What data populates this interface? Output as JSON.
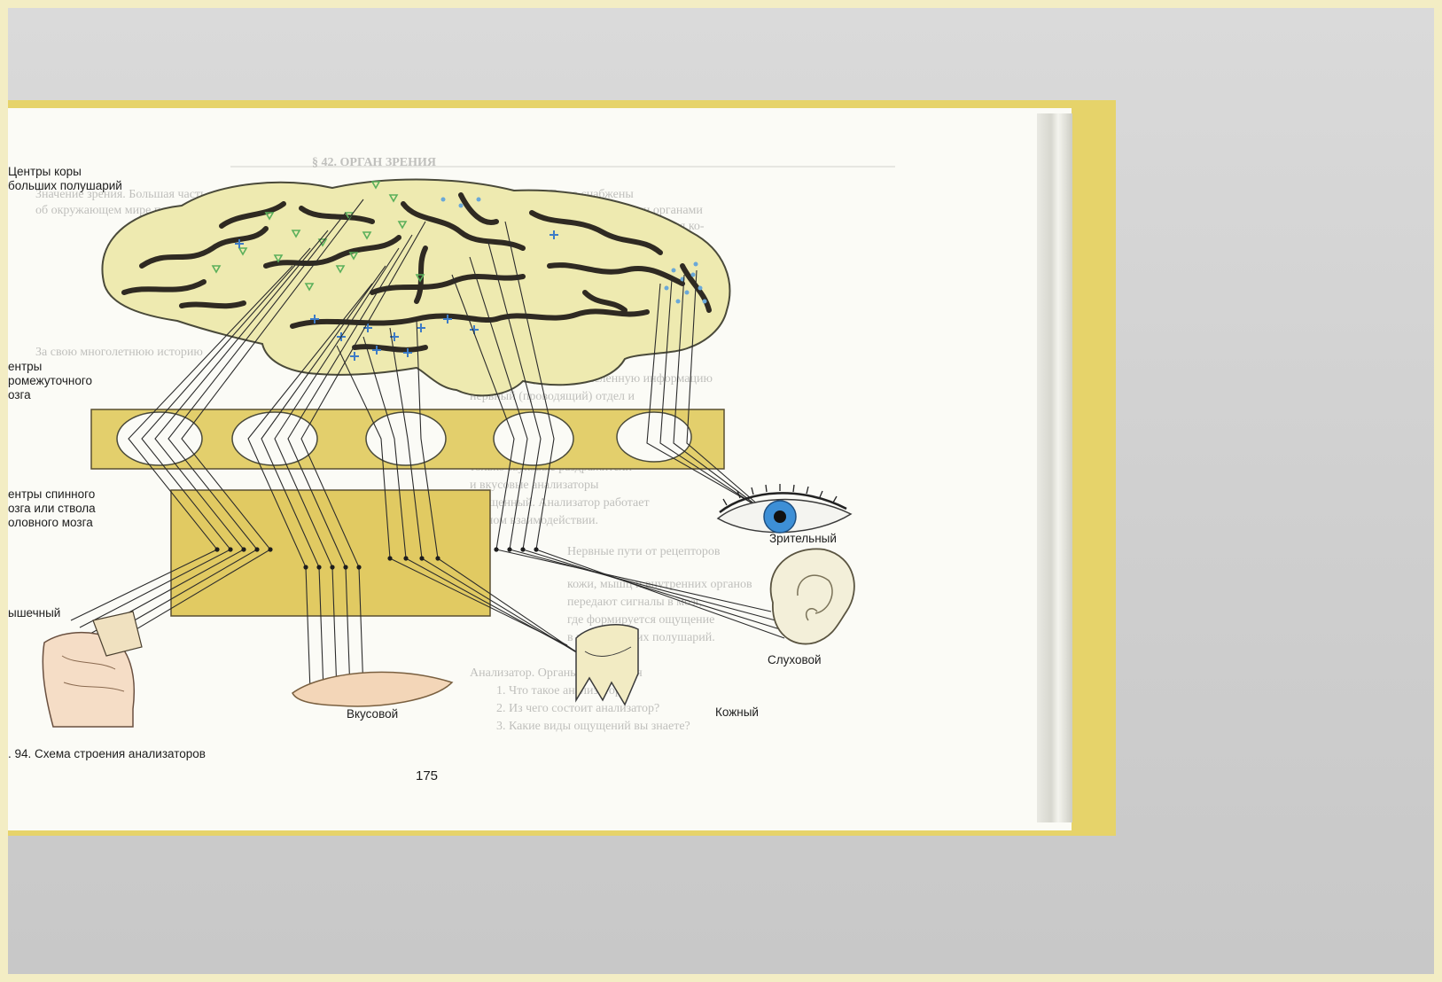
{
  "labels": {
    "cortex_centers": "Центры коры\nбольших полушарий",
    "diencephalon_centers": "ентры\nромежуточного\nозга",
    "spinal_centers": "ентры спинного\nозга или ствола\nоловного мозга",
    "muscular": "ышечный",
    "gustatory": "Вкусовой",
    "cutaneous": "Кожный",
    "auditory": "Слуховой",
    "visual": "Зрительный"
  },
  "figure_caption": ". 94. Схема строения анализаторов",
  "page_number": "175",
  "colors": {
    "brain_fill": "#eeeab0",
    "band_fill": "#e3cf6c",
    "block_fill": "#e1ca62",
    "cover": "#e6d36a",
    "page": "#fbfbf6"
  },
  "icons": [
    "brain-illustration",
    "eye-illustration",
    "ear-illustration",
    "tongue-illustration",
    "hand-illustration",
    "torso-illustration"
  ]
}
